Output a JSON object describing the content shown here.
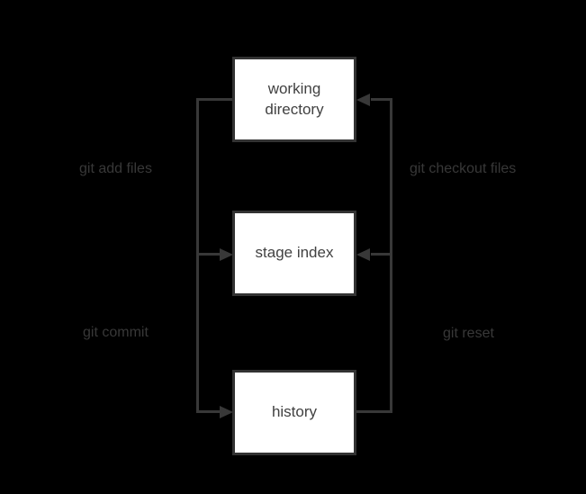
{
  "diagram": {
    "type": "flowchart",
    "subject": "git-workflow",
    "nodes": [
      {
        "id": "working-directory",
        "label": "working directory"
      },
      {
        "id": "stage-index",
        "label": "stage index"
      },
      {
        "id": "history",
        "label": "history"
      }
    ],
    "edges": [
      {
        "label": "git add files",
        "from": "working directory",
        "to": "stage index",
        "side": "left",
        "arrow_direction": "right"
      },
      {
        "label": "git checkout files",
        "from": "history",
        "to": "working directory",
        "side": "right",
        "arrow_direction": "left"
      },
      {
        "label": "git commit",
        "from": "working directory",
        "to": "history",
        "side": "left",
        "arrow_direction": "right"
      },
      {
        "label": "git reset",
        "from": "history",
        "to": "stage index",
        "side": "right",
        "arrow_direction": "left"
      }
    ],
    "colors": {
      "background": "#000000",
      "node_fill": "#ffffff",
      "node_border": "#333333",
      "line": "#383838",
      "edge_label_text": "#383838",
      "node_text": "#414141"
    }
  }
}
